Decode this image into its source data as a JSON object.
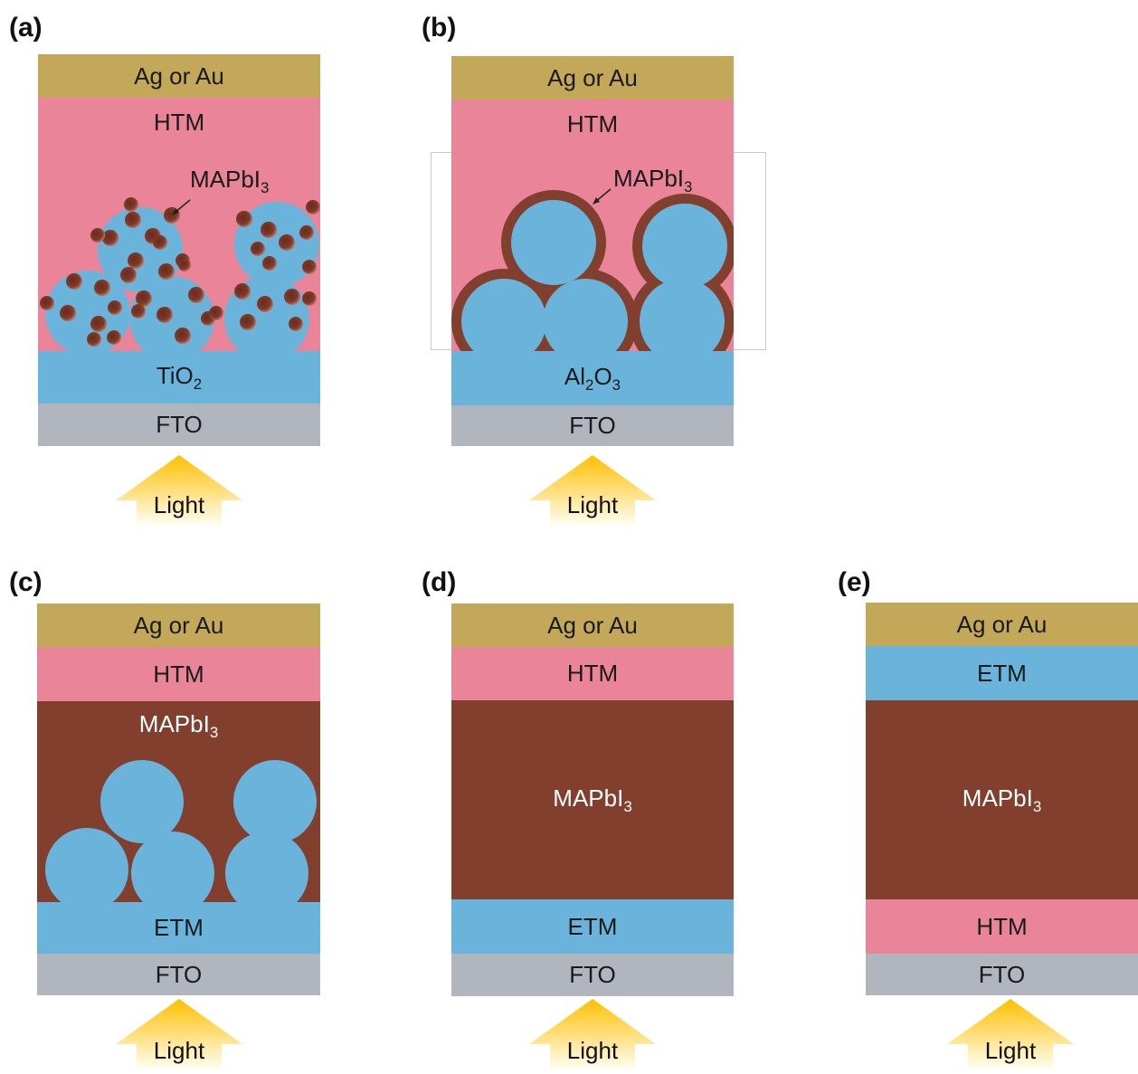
{
  "panels": {
    "a": {
      "label": "(a)",
      "metal": "Ag or Au",
      "htm": "HTM",
      "perovskite_main": "MAPbI",
      "perovskite_sub": "3",
      "etm_main": "TiO",
      "etm_sub": "2",
      "fto": "FTO",
      "light": "Light"
    },
    "b": {
      "label": "(b)",
      "metal": "Ag or Au",
      "htm": "HTM",
      "perovskite_main": "MAPbI",
      "perovskite_sub": "3",
      "scaffold_a": "Al",
      "scaffold_sub1": "2",
      "scaffold_b": "O",
      "scaffold_sub2": "3",
      "fto": "FTO",
      "light": "Light"
    },
    "c": {
      "label": "(c)",
      "metal": "Ag or Au",
      "htm": "HTM",
      "perovskite_main": "MAPbI",
      "perovskite_sub": "3",
      "etm": "ETM",
      "fto": "FTO",
      "light": "Light"
    },
    "d": {
      "label": "(d)",
      "metal": "Ag or Au",
      "htm": "HTM",
      "perovskite_main": "MAPbI",
      "perovskite_sub": "3",
      "etm": "ETM",
      "fto": "FTO",
      "light": "Light"
    },
    "e": {
      "label": "(e)",
      "metal": "Ag or Au",
      "etm": "ETM",
      "perovskite_main": "MAPbI",
      "perovskite_sub": "3",
      "htm": "HTM",
      "fto": "FTO",
      "light": "Light"
    }
  },
  "colors": {
    "metal": "#c4a85a",
    "htm": "#ea8499",
    "etm": "#6ab4dc",
    "perovskite": "#823f2e",
    "fto": "#b1b5be",
    "arrow_top": "#ffbf00",
    "arrow_bottom": "#fffef5"
  }
}
